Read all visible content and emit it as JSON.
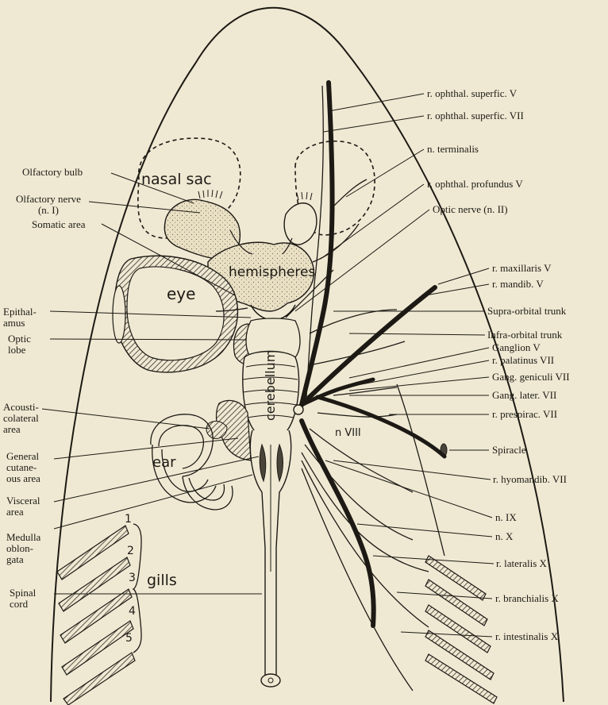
{
  "colors": {
    "paper": "#efe9d3",
    "ink": "#1d1a15",
    "hatch": "#4a443b",
    "stipple": "#e9dfc3"
  },
  "labels": {
    "olfactory_bulb": "Olfactory bulb",
    "olfactory_nerve": "Olfactory nerve\n(n. I)",
    "somatic_area": "Somatic area",
    "epithalamus": "Epithal-\namus",
    "optic_lobe": "Optic\nlobe",
    "acousticolateral_area": "Acousti-\ncolateral\narea",
    "general_cutaneous_area": "General\ncutane-\nous area",
    "visceral_area": "Visceral\narea",
    "medulla_oblongata": "Medulla\noblon-\ngata",
    "spinal_cord": "Spinal\ncord",
    "r_ophthal_superfic_v": "r. ophthal. superfic. V",
    "r_ophthal_superfic_vii": "r. ophthal. superfic. VII",
    "n_terminalis": "n. terminalis",
    "r_ophthal_profundus_v": "r. ophthal. profundus V",
    "optic_nerve": "Optic nerve (n. II)",
    "r_maxillaris_v": "r. maxillaris V",
    "r_mandib_v": "r. mandib. V",
    "supra_orbital_trunk": "Supra-orbital trunk",
    "infra_orbital_trunk": "Infra-orbital trunk",
    "ganglion_v": "Ganglion V",
    "r_palatinus_vii": "r. palatinus VII",
    "gang_geniculi_vii": "Gang. geniculi VII",
    "gang_later_vii": "Gang. later. VII",
    "r_prespirac_vii": "r. prespirac. VII",
    "spiracle": "Spiracle",
    "r_hyomandib_vii": "r. hyomandib. VII",
    "n_ix": "n. IX",
    "n_x": "n. X",
    "r_lateralis_x": "r. lateralis X",
    "r_branchialis_x": "r. branchialis X",
    "r_intestinalis_x": "r. intestinalis X"
  },
  "inner": {
    "nasal_sac": "nasal sac",
    "hemispheres": "hemispheres",
    "eye": "eye",
    "cerebellum": "cerebellum",
    "ear": "ear",
    "n_viii": "n VIII",
    "gills": "gills",
    "gill_numbers": [
      "1",
      "2",
      "3",
      "4",
      "5"
    ]
  }
}
